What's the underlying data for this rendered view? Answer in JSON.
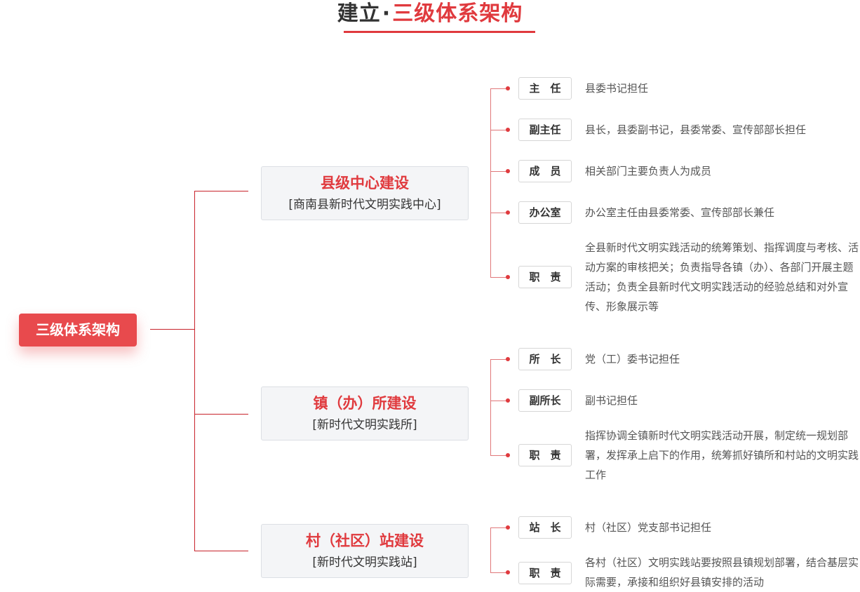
{
  "title": {
    "part1": "建立",
    "dot": "·",
    "part2": "三级体系架构"
  },
  "root": {
    "label": "三级体系架构"
  },
  "levels": [
    {
      "title": "县级中心建设",
      "subtitle": "[商南县新时代文明实践中心]",
      "roles": [
        {
          "label": "主　任",
          "desc": "县委书记担任"
        },
        {
          "label": "副主任",
          "desc": "县长，县委副书记，县委常委、宣传部部长担任"
        },
        {
          "label": "成　员",
          "desc": "相关部门主要负责人为成员"
        },
        {
          "label": "办公室",
          "desc": "办公室主任由县委常委、宣传部部长兼任"
        },
        {
          "label": "职　责",
          "desc": "全县新时代文明实践活动的统筹策划、指挥调度与考核、活动方案的审核把关；负责指导各镇（办）、各部门开展主题活动；负责全县新时代文明实践活动的经验总结和对外宣传、形象展示等"
        }
      ]
    },
    {
      "title": "镇（办）所建设",
      "subtitle": "[新时代文明实践所]",
      "roles": [
        {
          "label": "所　长",
          "desc": "党（工）委书记担任"
        },
        {
          "label": "副所长",
          "desc": "副书记担任"
        },
        {
          "label": "职　责",
          "desc": "指挥协调全镇新时代文明实践活动开展，制定统一规划部署，发挥承上启下的作用，统筹抓好镇所和村站的文明实践工作"
        }
      ]
    },
    {
      "title": "村（社区）站建设",
      "subtitle": "[新时代文明实践站]",
      "roles": [
        {
          "label": "站　长",
          "desc": "村（社区）党支部书记担任"
        },
        {
          "label": "职　责",
          "desc": "各村（社区）文明实践站要按照县镇规划部署，结合基层实际需要，承接和组织好县镇安排的活动"
        }
      ]
    }
  ]
}
